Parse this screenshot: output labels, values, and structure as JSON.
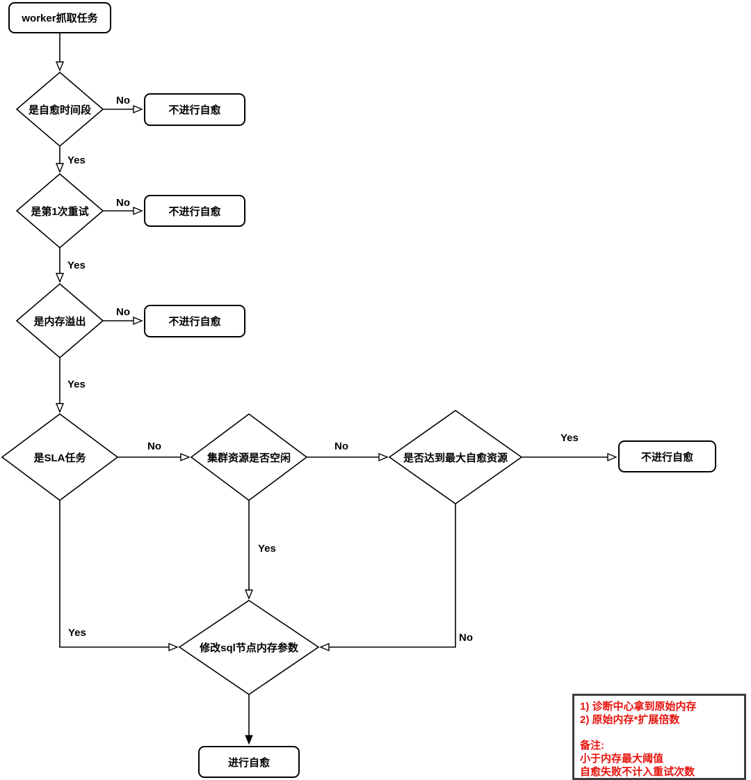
{
  "nodes": {
    "start": "worker抓取任务",
    "is_heal_window": "是自愈时间段",
    "is_first_retry": "是第1次重试",
    "is_memory_overflow": "是内存溢出",
    "is_sla_task": "是SLA任务",
    "is_cluster_idle": "集群资源是否空闲",
    "reached_max_heal_resource": "是否达到最大自愈资源",
    "modify_sql_memory": "修改sql节点内存参数",
    "no_heal": "不进行自愈",
    "do_heal": "进行自愈"
  },
  "labels": {
    "yes": "Yes",
    "no": "No"
  },
  "note": {
    "line1": "1)  诊断中心拿到原始内存",
    "line2": "2)  原始内存*扩展倍数",
    "line3": "备注:",
    "line4": "小于内存最大阈值",
    "line5": "自愈失败不计入重试次数"
  },
  "colors": {
    "stroke": "#000000",
    "fill": "#ffffff",
    "note_red": "#e6120c"
  }
}
